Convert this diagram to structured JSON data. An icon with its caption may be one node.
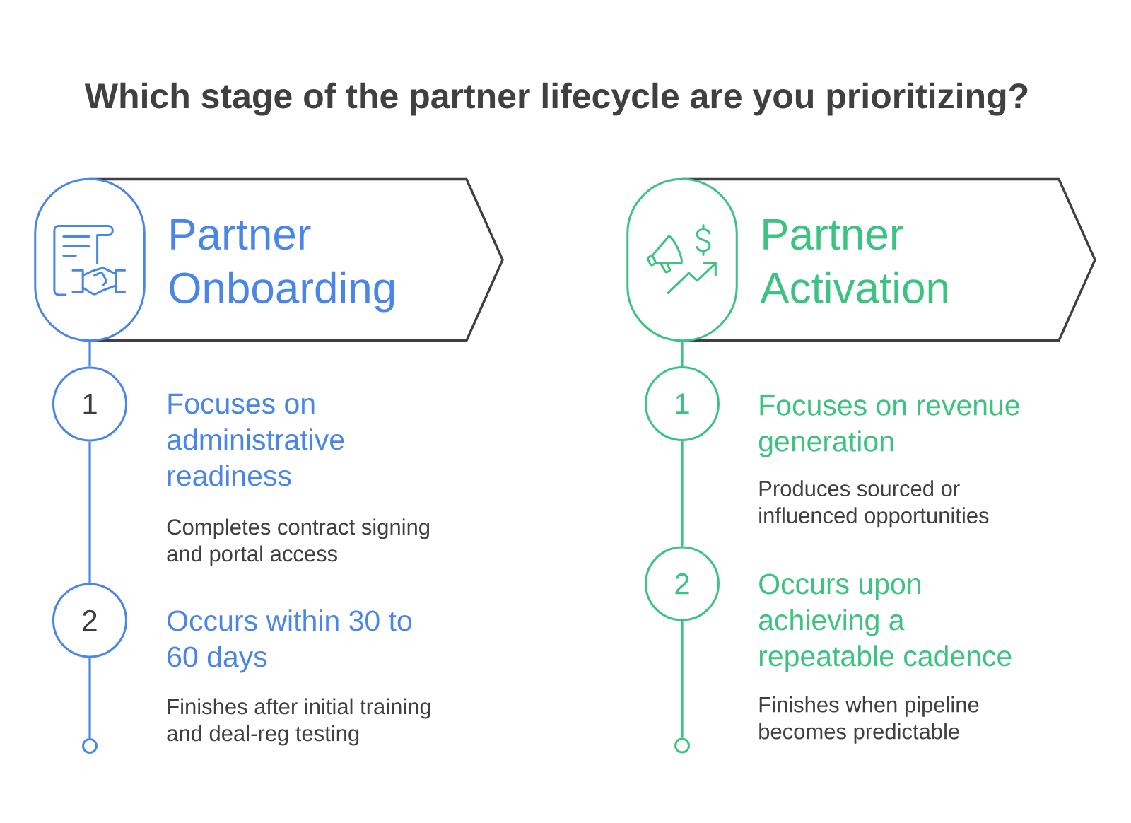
{
  "diagram": {
    "title": "Which stage of the partner lifecycle are you prioritizing?",
    "nodes": [
      {
        "text": [
          "Partner Onboarding"
        ]
      },
      {
        "text": [],
        "shape": "picture"
      },
      {
        "text": [
          "1"
        ],
        "beside": [
          "Focuses on administrative readiness",
          "Completes contract signing and portal access"
        ]
      },
      {
        "text": [
          "2"
        ],
        "beside": [
          "Occurs within 30 to 60 days",
          "Finishes after initial training and deal-reg testing"
        ]
      },
      {
        "text": [],
        "shape": "circle"
      },
      {
        "text": [
          "Partner Activation"
        ]
      },
      {
        "text": [],
        "shape": "picture"
      },
      {
        "text": [
          "1"
        ],
        "beside": [
          "Focuses on revenue generation",
          "Produces sourced or influenced opportunities"
        ]
      },
      {
        "text": [
          "2"
        ],
        "beside": [
          "Occurs upon achieving a repeatable cadence",
          "Finishes when pipeline becomes predictable"
        ]
      },
      {
        "text": [],
        "shape": "circle"
      }
    ],
    "edges": [
      {
        "from": 1,
        "to": 2,
        "arrow": "none",
        "color": "#4a86e8"
      },
      {
        "from": 2,
        "to": 3,
        "arrow": "none",
        "color": "#4a86e8"
      },
      {
        "from": 3,
        "to": 4,
        "arrow": "none",
        "color": "#4a86e8"
      },
      {
        "from": 6,
        "to": 7,
        "arrow": "none",
        "color": "#3dc381"
      },
      {
        "from": 7,
        "to": 8,
        "arrow": "none",
        "color": "#3dc381"
      },
      {
        "from": 8,
        "to": 9,
        "arrow": "none",
        "color": "#3dc381"
      }
    ]
  }
}
